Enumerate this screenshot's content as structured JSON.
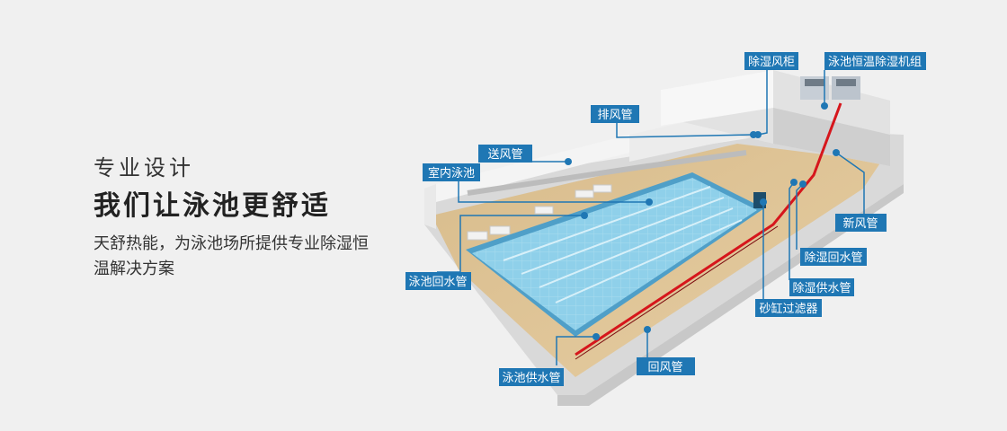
{
  "hero": {
    "subtitle": "专业设计",
    "headline": "我们让泳池更舒适",
    "description": "天舒热能，为泳池场所提供专业除湿恒温解决方案"
  },
  "diagram": {
    "labels": {
      "cabinet": "除湿风柜",
      "unit": "泳池恒温除湿机组",
      "exhaust": "排风管",
      "supply_air": "送风管",
      "indoor_pool": "室内泳池",
      "fresh_air": "新风管",
      "dehumid_return": "除湿回水管",
      "dehumid_supply": "除湿供水管",
      "sand_filter": "砂缸过滤器",
      "pool_return": "泳池回水管",
      "pool_supply": "泳池供水管",
      "return_air": "回风管"
    }
  }
}
